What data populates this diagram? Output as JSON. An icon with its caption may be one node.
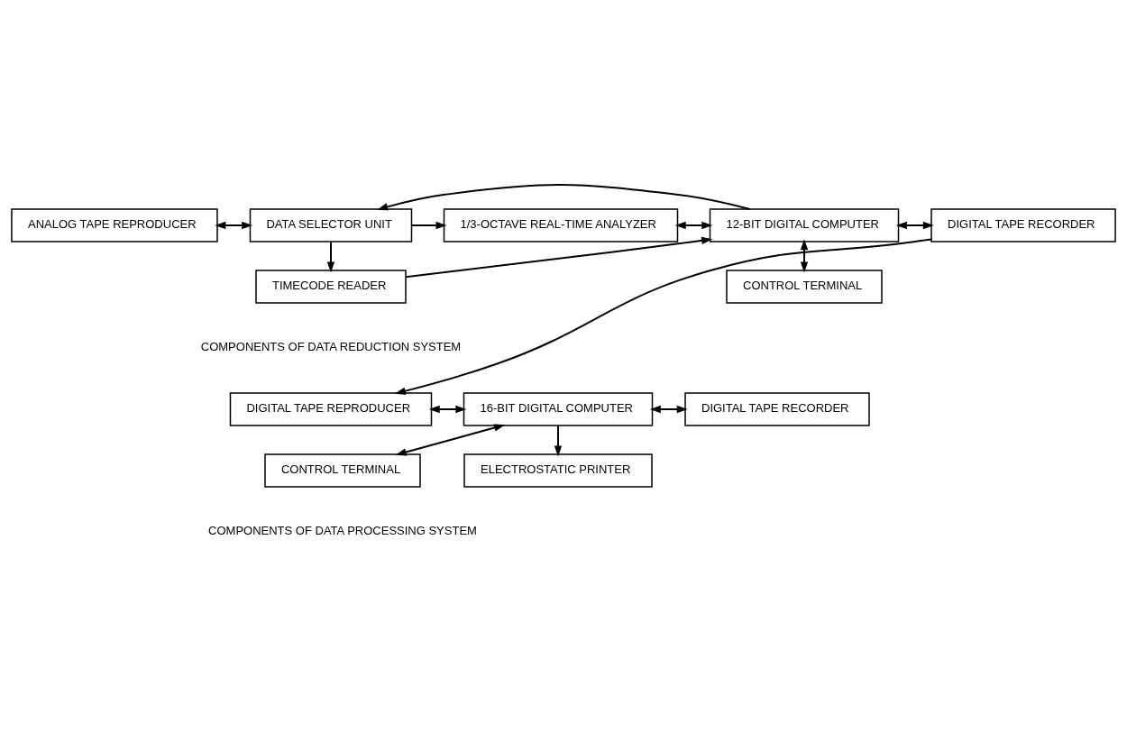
{
  "diagram": {
    "nodes": [
      {
        "text": [
          "ANALOG TAPE REPRODUCER"
        ]
      },
      {
        "text": [
          "DATA SELECTOR UNIT"
        ]
      },
      {
        "text": [
          "1/3-OCTAVE REAL-TIME ANALYZER"
        ]
      },
      {
        "text": [
          "12-BIT DIGITAL COMPUTER"
        ]
      },
      {
        "text": [
          "DIGITAL TAPE RECORDER"
        ]
      },
      {
        "text": [
          "TIMECODE READER"
        ]
      },
      {
        "text": [
          "CONTROL TERMINAL"
        ]
      },
      {
        "text": [
          "DIGITAL TAPE REPRODUCER"
        ]
      },
      {
        "text": [
          "16-BIT DIGITAL COMPUTER"
        ]
      },
      {
        "text": [
          "DIGITAL TAPE RECORDER"
        ]
      },
      {
        "text": [
          "CONTROL TERMINAL"
        ]
      },
      {
        "text": [
          "ELECTROSTATIC PRINTER"
        ]
      }
    ],
    "edges": [
      {
        "from": 0,
        "to": 1,
        "arrow": "both"
      },
      {
        "from": 3,
        "to": 1,
        "arrow": "to"
      },
      {
        "from": 1,
        "to": 2,
        "arrow": "to"
      },
      {
        "from": 2,
        "to": 3,
        "arrow": "both"
      },
      {
        "from": 3,
        "to": 4,
        "arrow": "both"
      },
      {
        "from": 1,
        "to": 5,
        "arrow": "to"
      },
      {
        "from": 5,
        "to": 3,
        "arrow": "to"
      },
      {
        "from": 3,
        "to": 6,
        "arrow": "both"
      },
      {
        "from": 4,
        "to": 7,
        "arrow": "to"
      },
      {
        "from": 7,
        "to": 8,
        "arrow": "both"
      },
      {
        "from": 8,
        "to": 9,
        "arrow": "both"
      },
      {
        "from": 8,
        "to": 10,
        "arrow": "both"
      },
      {
        "from": 8,
        "to": 11,
        "arrow": "to"
      }
    ],
    "labels": [
      "COMPONENTS OF DATA REDUCTION SYSTEM",
      "COMPONENTS OF DATA PROCESSING SYSTEM"
    ]
  }
}
